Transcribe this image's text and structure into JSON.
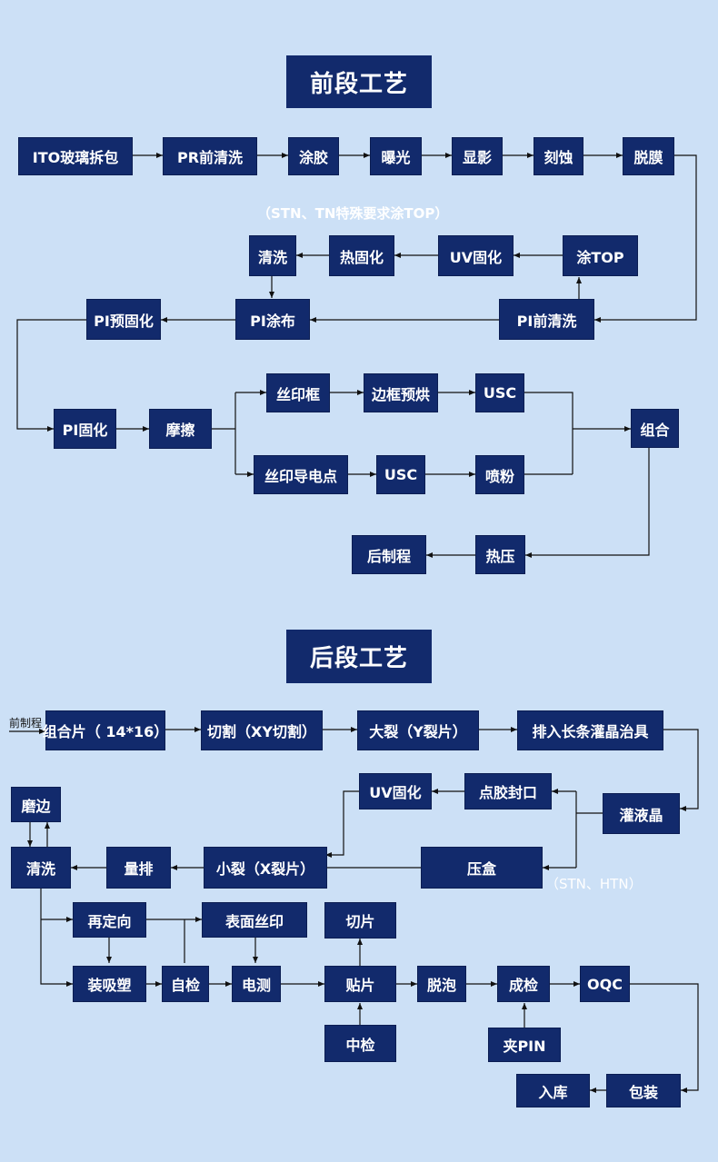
{
  "front": {
    "title": "前段工艺",
    "note": "（STN、TN特殊要求涂TOP）",
    "steps": {
      "ito_unpack": "ITO玻璃拆包",
      "pr_preclean": "PR前清洗",
      "coat_glue": "涂胶",
      "exposure": "曝光",
      "develop": "显影",
      "etch": "刻蚀",
      "strip": "脱膜",
      "clean": "清洗",
      "thermal_cure": "热固化",
      "uv_cure": "UV固化",
      "coat_top": "涂TOP",
      "pi_precure": "PI预固化",
      "pi_coat": "PI涂布",
      "pi_preclean": "PI前清洗",
      "pi_cure": "PI固化",
      "rub": "摩擦",
      "screen_frame": "丝印框",
      "frame_prebake": "边框预烘",
      "usc_1": "USC",
      "screen_conductive": "丝印导电点",
      "usc_2": "USC",
      "spray_powder": "喷粉",
      "assemble": "组合",
      "post_process": "后制程",
      "hot_press": "热压"
    }
  },
  "back": {
    "title": "后段工艺",
    "input_label": "前制程",
    "note": "（STN、HTN）",
    "steps": {
      "combine_sheet": "组合片（ 14*16）",
      "cut_xy": "切割（XY切割）",
      "big_crack": "大裂（Y裂片）",
      "fixture": "排入长条灌晶治具",
      "uv_cure": "UV固化",
      "seal": "点胶封口",
      "fill_lc": "灌液晶",
      "edge_grind": "磨边",
      "clean": "清洗",
      "arrange": "量排",
      "small_crack": "小裂（X裂片）",
      "press_box": "压盒",
      "reorient": "再定向",
      "surface_print": "表面丝印",
      "cut_piece": "切片",
      "load_tube": "装吸塑",
      "self_check": "自检",
      "electrical_test": "电测",
      "attach": "贴片",
      "defoam": "脱泡",
      "final_check": "成检",
      "oqc": "OQC",
      "mid_check": "中检",
      "clip_pin": "夹PIN",
      "warehouse": "入库",
      "packing": "包装"
    }
  },
  "colors": {
    "box": "#122a6c",
    "text": "#ffffff",
    "background": "#cce0f6",
    "line": "#111111"
  }
}
